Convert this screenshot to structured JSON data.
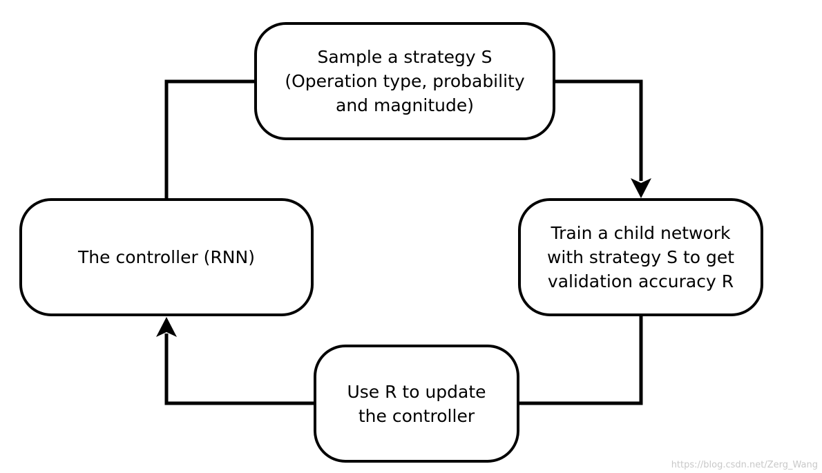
{
  "diagram": {
    "nodes": {
      "sample": "Sample a strategy S\n(Operation type, probability\nand magnitude)",
      "train": "Train a child network\nwith strategy S to get\nvalidation accuracy R",
      "update": "Use R to update\nthe controller",
      "controller": "The controller (RNN)"
    },
    "edges": [
      {
        "from": "controller",
        "to": "sample"
      },
      {
        "from": "sample",
        "to": "train"
      },
      {
        "from": "train",
        "to": "update"
      },
      {
        "from": "update",
        "to": "controller"
      }
    ],
    "colors": {
      "stroke": "#000000",
      "fill": "#ffffff",
      "watermark": "#c8c8c8"
    }
  },
  "watermark": "https://blog.csdn.net/Zerg_Wang"
}
